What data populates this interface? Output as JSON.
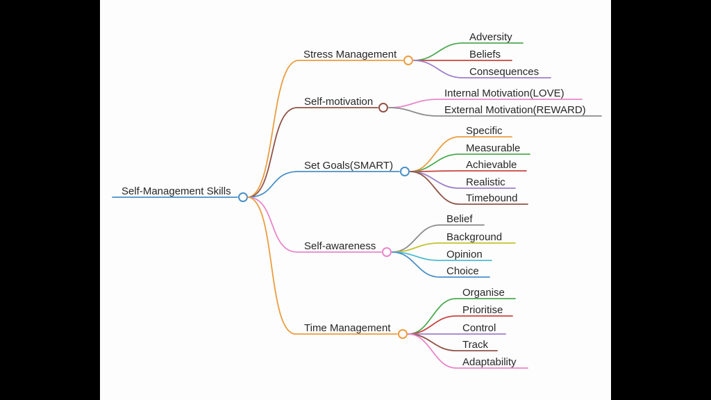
{
  "ui": {
    "letterbox_color": "#000000",
    "canvas_color": "#fdfdfd",
    "text_color": "#262626"
  },
  "mindmap": {
    "root": {
      "label": "Self-Management Skills",
      "color": "#4a8fc7"
    },
    "branches": [
      {
        "label": "Stress Management",
        "color": "#eb9c3e",
        "children": [
          {
            "label": "Adversity",
            "color": "#4caa50"
          },
          {
            "label": "Beliefs",
            "color": "#c94440"
          },
          {
            "label": "Consequences",
            "color": "#9d7fca"
          }
        ]
      },
      {
        "label": "Self-motivation",
        "color": "#8f5247",
        "children": [
          {
            "label": "Internal Motivation(LOVE)",
            "color": "#e985ca"
          },
          {
            "label": "External Motivation(REWARD)",
            "color": "#8b8b8b"
          }
        ]
      },
      {
        "label": "Set Goals(SMART)",
        "color": "#4a8fc7",
        "children": [
          {
            "label": "Specific",
            "color": "#eb9c3e"
          },
          {
            "label": "Measurable",
            "color": "#4caa50"
          },
          {
            "label": "Achievable",
            "color": "#c94440"
          },
          {
            "label": "Realistic",
            "color": "#9d7fca"
          },
          {
            "label": "Timebound",
            "color": "#8f5247"
          }
        ]
      },
      {
        "label": "Self-awareness",
        "color": "#e985ca",
        "children": [
          {
            "label": "Belief",
            "color": "#8b8b8b"
          },
          {
            "label": "Background",
            "color": "#c2c230"
          },
          {
            "label": "Opinion",
            "color": "#4fbbd0"
          },
          {
            "label": "Choice",
            "color": "#4a8fc7"
          }
        ]
      },
      {
        "label": "Time Management",
        "color": "#eb9c3e",
        "children": [
          {
            "label": "Organise",
            "color": "#4caa50"
          },
          {
            "label": "Prioritise",
            "color": "#c94440"
          },
          {
            "label": "Control",
            "color": "#9d7fca"
          },
          {
            "label": "Track",
            "color": "#8f5247"
          },
          {
            "label": "Adaptability",
            "color": "#e985ca"
          }
        ]
      }
    ]
  }
}
